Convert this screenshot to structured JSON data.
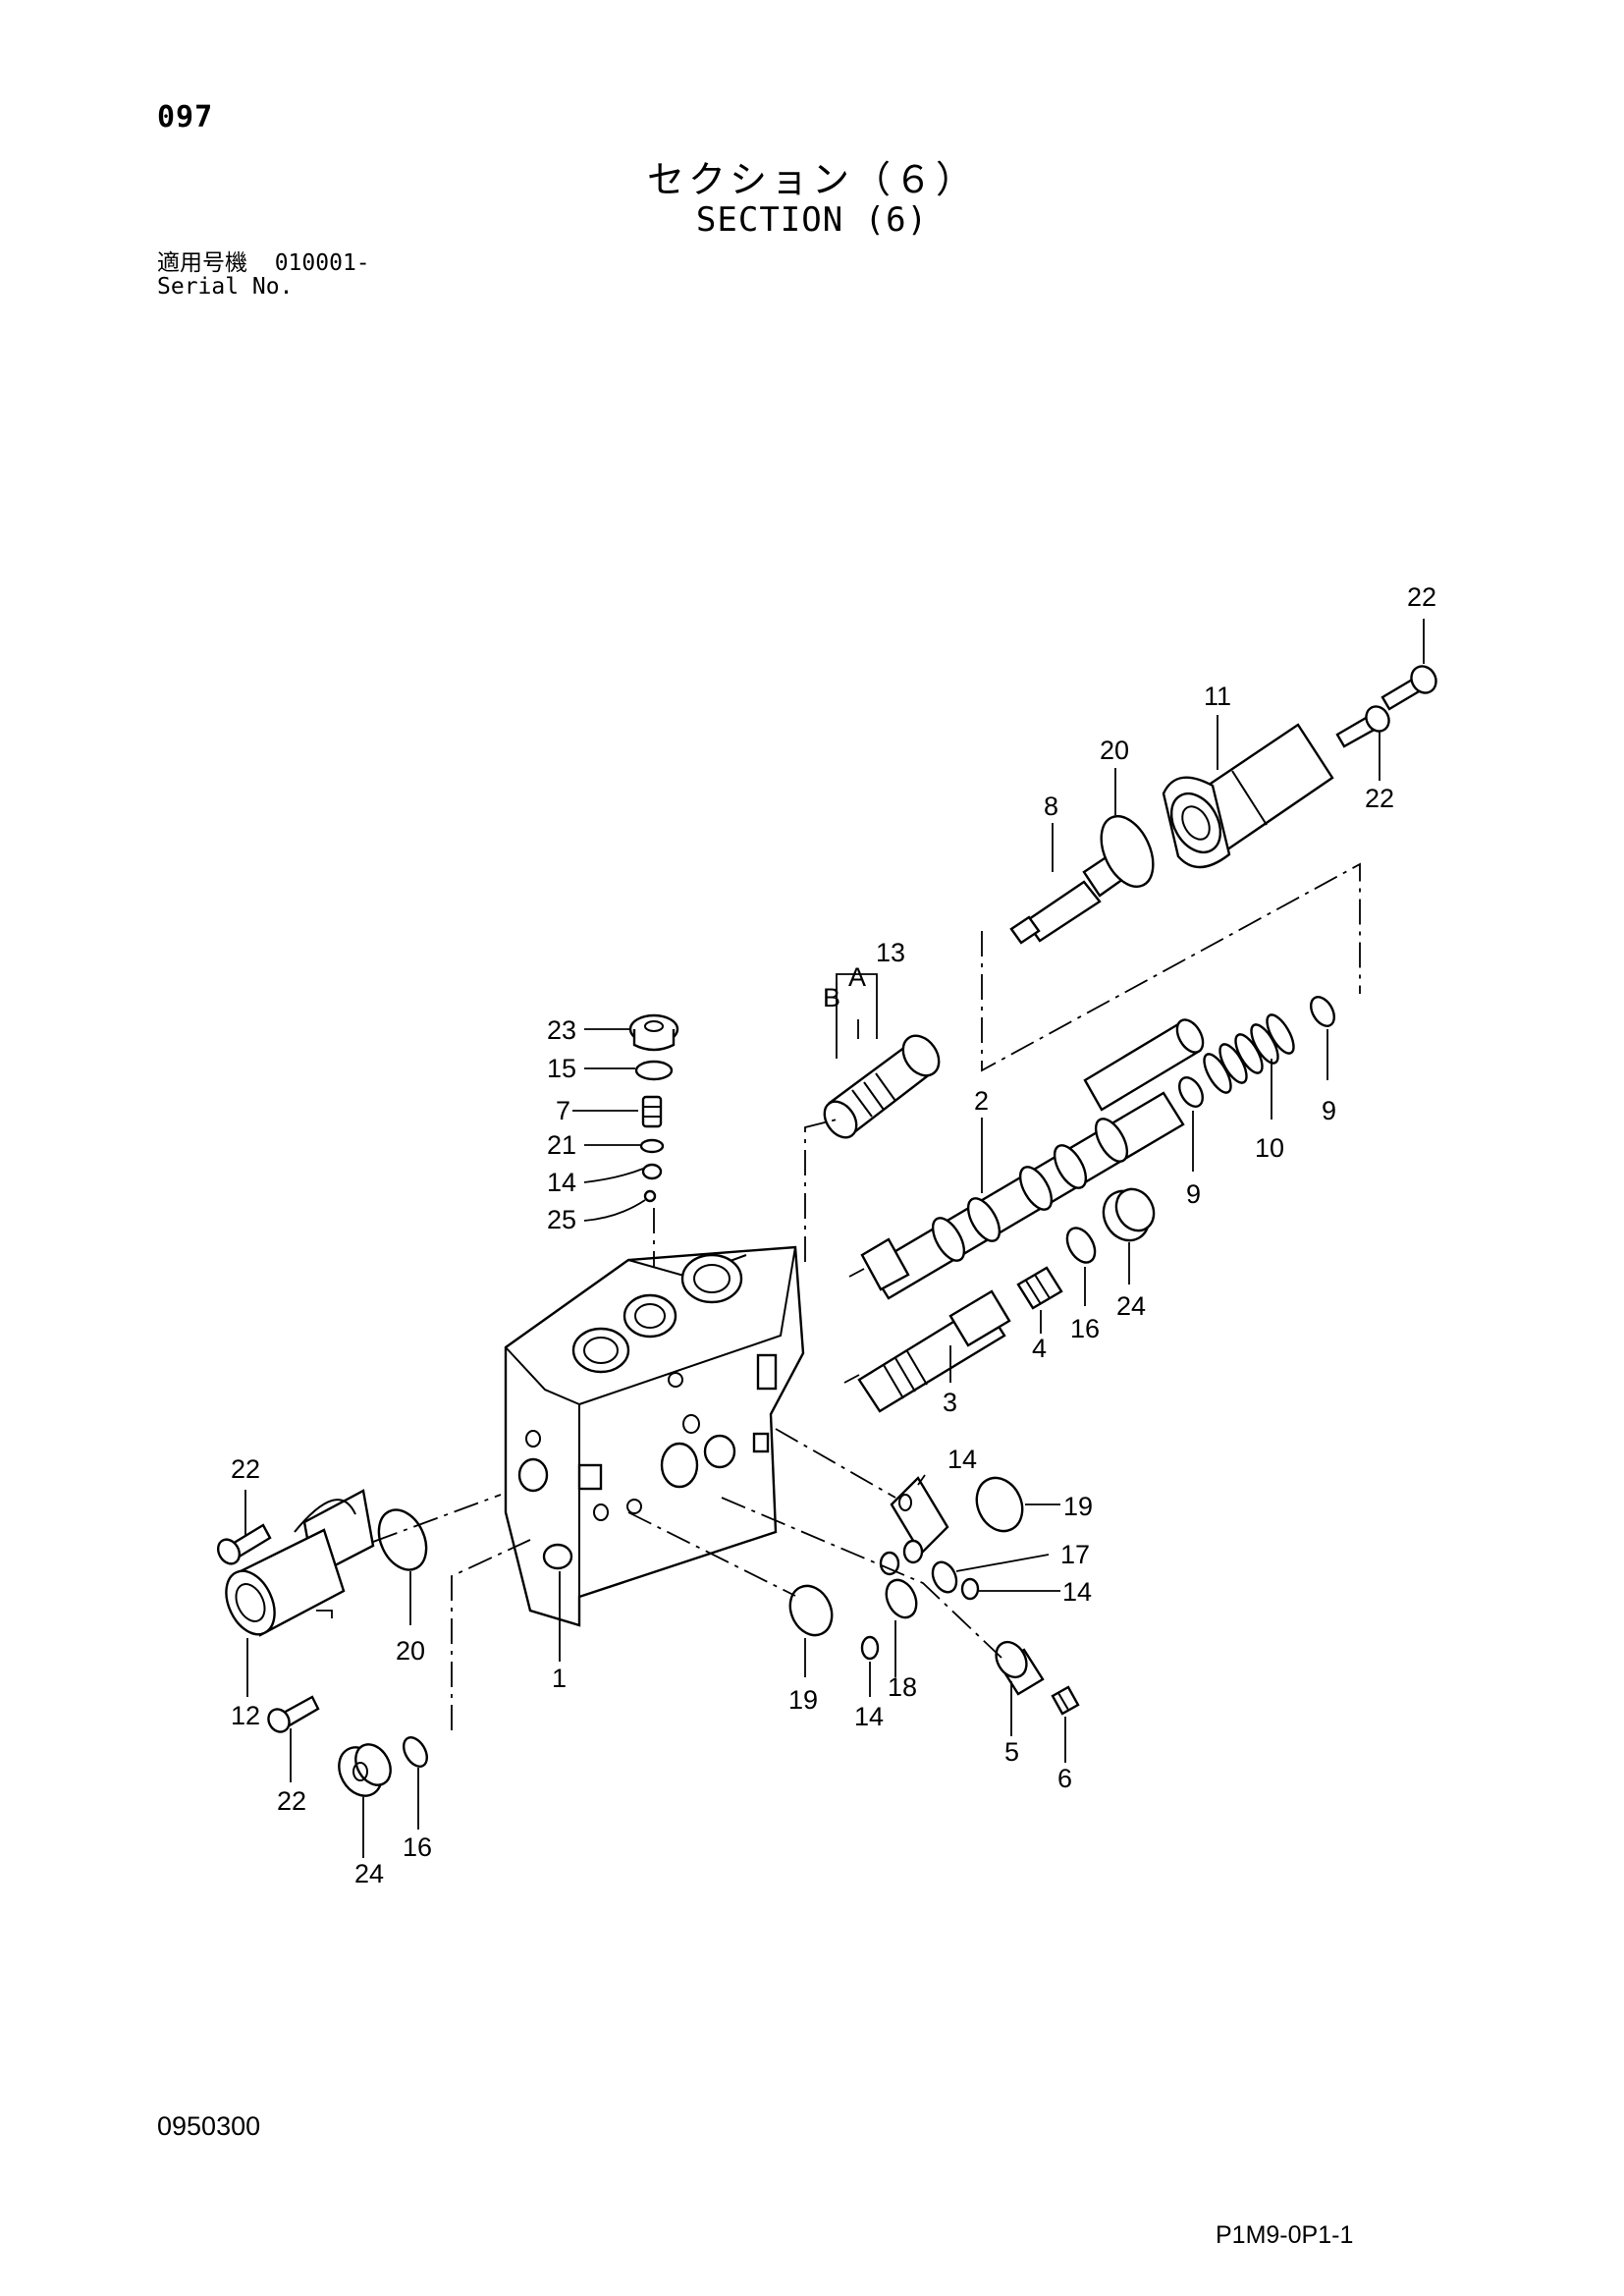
{
  "header": {
    "page_number": "097",
    "title_jp": "セクション（６）",
    "title_en": "SECTION (6)",
    "serial_label_jp": "適用号機",
    "serial_value": "010001-",
    "serial_label_en": "Serial No."
  },
  "diagram": {
    "callouts": [
      "22",
      "11",
      "22",
      "20",
      "8",
      "13",
      "A",
      "B",
      "23",
      "15",
      "7",
      "21",
      "14",
      "25",
      "2",
      "9",
      "10",
      "9",
      "24",
      "16",
      "4",
      "3",
      "14",
      "19",
      "22",
      "17",
      "14",
      "20",
      "1",
      "19",
      "18",
      "14",
      "5",
      "6",
      "12",
      "22",
      "24",
      "16"
    ]
  },
  "footer": {
    "drawing_code": "0950300",
    "sheet_code": "P1M9-0P1-1"
  }
}
